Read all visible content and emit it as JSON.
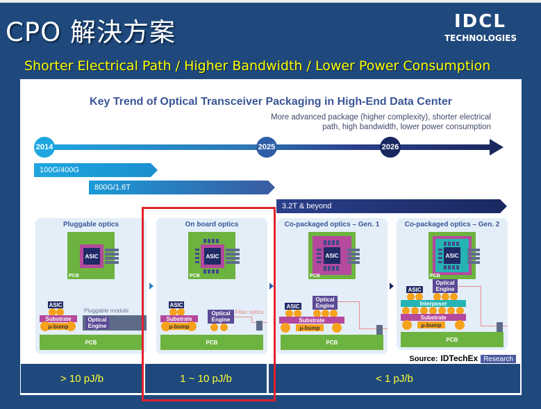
{
  "slide": {
    "title": "CPO 解決方案",
    "logo": {
      "mark": "IDCL",
      "name": "TECHNOLOGIES"
    },
    "subtitle": "Shorter Electrical Path / Higher Bandwidth / Lower Power Consumption"
  },
  "diagram": {
    "title": "Key Trend of Optical Transceiver Packaging in High-End Data Center",
    "note": "More advanced package (higher complexity), shorter electrical path, high bandwidth, lower power consumption",
    "timeline": {
      "years": [
        "2014",
        "2025",
        "2026"
      ],
      "bandwidth_bands": [
        "100G/400G",
        "800G/1.6T",
        "3.2T & beyond"
      ]
    },
    "stages": [
      {
        "title": "Pluggable optics",
        "top_labels": {
          "chip": "ASIC",
          "board": "PCB"
        },
        "side_labels": {
          "asic": "ASIC",
          "substrate": "Substrate",
          "bump": "μ-bump",
          "module": "Pluggable module",
          "optical_engine": "Optical Engine",
          "pcb": "PCB"
        }
      },
      {
        "title": "On board optics",
        "top_labels": {
          "chip": "ASIC",
          "board": "PCB"
        },
        "side_labels": {
          "asic": "ASIC",
          "substrate": "Substrate",
          "bump": "μ-bump",
          "optical_engine": "Optical Engine",
          "fiber": "Fiber optics",
          "pcb": "PCB"
        }
      },
      {
        "title": "Co-packaged optics – Gen. 1",
        "top_labels": {
          "chip": "ASIC",
          "board": "PCB"
        },
        "side_labels": {
          "asic": "ASIC",
          "optical_engine": "Optical Engine",
          "substrate": "Substrate",
          "bump": "μ-bump",
          "pcb": "PCB"
        }
      },
      {
        "title": "Co-packaged optics – Gen. 2",
        "top_labels": {
          "chip": "ASIC",
          "board": "PCB"
        },
        "side_labels": {
          "asic": "ASIC",
          "optical_engine": "Optical Engine",
          "interposer": "Interposer",
          "substrate": "Substrate",
          "bump": "μ-bump",
          "pcb": "PCB"
        }
      }
    ],
    "source": {
      "label": "Source:",
      "org": "IDTechEx",
      "tag": "Research"
    }
  },
  "energy": [
    "> 10 pJ/b",
    "1 ~ 10 pJ/b",
    "< 1 pJ/b"
  ],
  "highlight": {
    "stage": "On board optics",
    "color": "#e0222a"
  }
}
